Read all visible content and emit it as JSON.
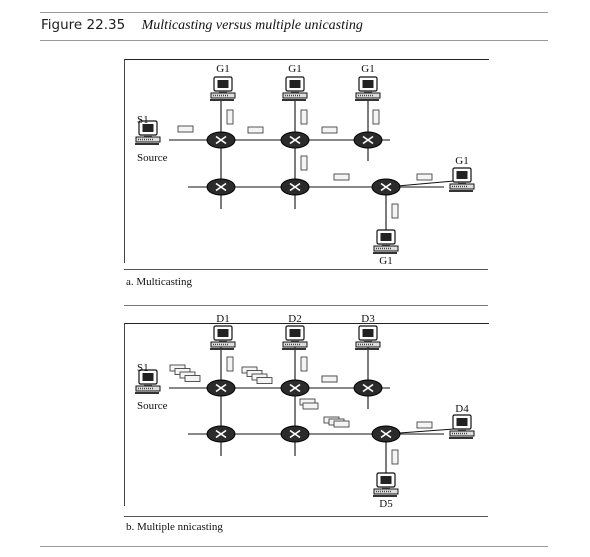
{
  "figure": {
    "number": "Figure 22.35",
    "caption": "Multicasting versus multiple unicasting"
  },
  "panels": [
    {
      "id": "a",
      "caption": "a. Multicasting",
      "source": {
        "name": "S1",
        "role": "Source"
      },
      "destinations": [
        "G1",
        "G1",
        "G1",
        "G1",
        "G1"
      ]
    },
    {
      "id": "b",
      "caption": "b. Multiple nnicasting",
      "source": {
        "name": "S1",
        "role": "Source"
      },
      "destinations": [
        "D1",
        "D2",
        "D3",
        "D4",
        "D5"
      ]
    }
  ],
  "colors": {
    "router": "#2b2b2b",
    "packet_fill": "#f4f4f4",
    "packet_stroke": "#444444",
    "rule": "#9a9a9a"
  },
  "icons": {
    "router": "router-icon",
    "host": "computer-icon",
    "packet": "packet-icon"
  }
}
